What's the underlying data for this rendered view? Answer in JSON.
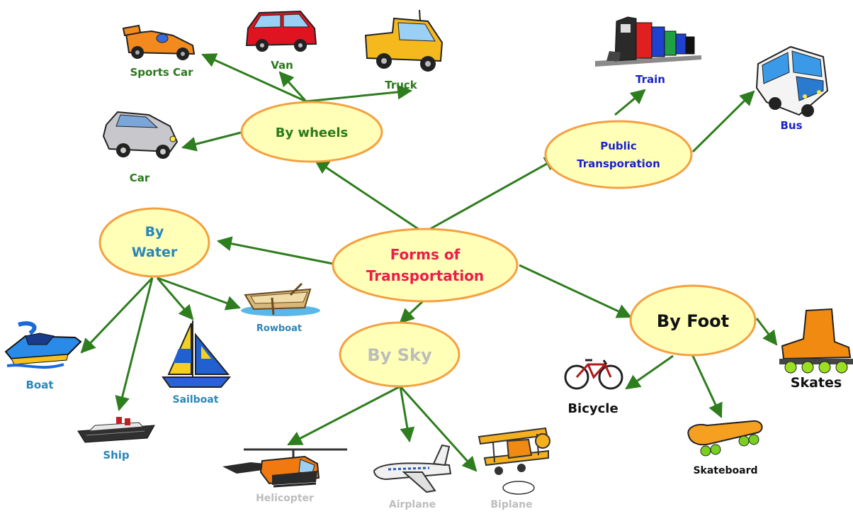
{
  "colors": {
    "bubble_fill": "#ffffb8",
    "bubble_stroke": "#f5a040",
    "arrow": "#2e7d1e",
    "center_text": "#ee1c4a",
    "wheels_text": "#2a7a1a",
    "public_text": "#1a22c8",
    "water_text": "#2a86b8",
    "sky_text": "#bdbdbd",
    "foot_text": "#111111"
  },
  "center": {
    "line1": "Forms of",
    "line2": "Transportation"
  },
  "categories": {
    "wheels": {
      "label": "By wheels"
    },
    "public": {
      "line1": "Public",
      "line2": "Transporation"
    },
    "water": {
      "line1": "By",
      "line2": "Water"
    },
    "sky": {
      "label": "By Sky"
    },
    "foot": {
      "label": "By Foot"
    }
  },
  "items": {
    "sports_car": "Sports Car",
    "van": "Van",
    "truck": "Truck",
    "car": "Car",
    "train": "Train",
    "bus": "Bus",
    "rowboat": "Rowboat",
    "boat": "Boat",
    "sailboat": "Sailboat",
    "ship": "Ship",
    "helicopter": "Helicopter",
    "airplane": "Airplane",
    "biplane": "Biplane",
    "bicycle": "Bicycle",
    "skates": "Skates",
    "skateboard": "Skateboard"
  },
  "icons": [
    "sports-car-icon",
    "van-icon",
    "truck-icon",
    "car-icon",
    "train-icon",
    "bus-icon",
    "rowboat-icon",
    "speedboat-icon",
    "sailboat-icon",
    "ship-icon",
    "helicopter-icon",
    "airplane-icon",
    "biplane-icon",
    "bicycle-icon",
    "skate-icon",
    "skateboard-icon"
  ]
}
